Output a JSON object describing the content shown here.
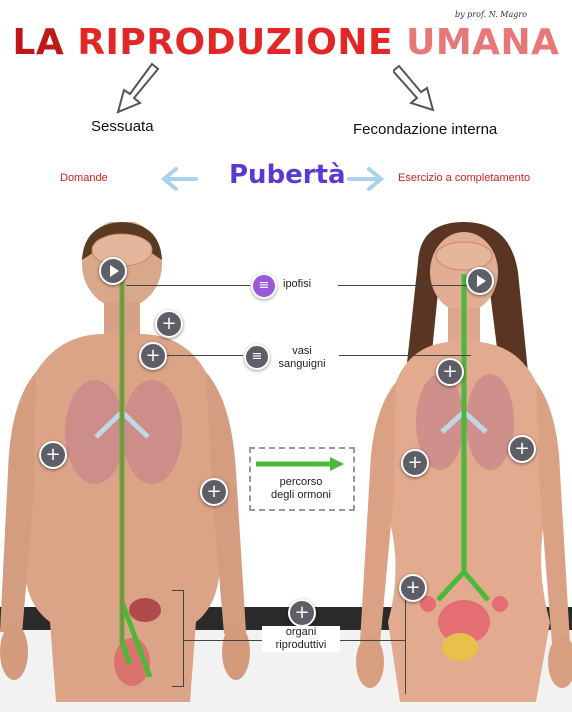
{
  "title": {
    "part1": "LA",
    "part2": "RIPRODUZIONE",
    "part3": "UMANA"
  },
  "author": "by prof. N. Magro",
  "branches": {
    "left": "Sessuata",
    "right": "Fecondazione interna"
  },
  "nav": {
    "center": "Pubertà",
    "left_link": "Domande",
    "right_link": "Esercizio a completamento"
  },
  "labels": {
    "ipofisi": "ipofisi",
    "vasi_line1": "vasi",
    "vasi_line2": "sanguigni",
    "percorso_line1": "percorso",
    "percorso_line2": "degli ormoni",
    "organi_line1": "organi",
    "organi_line2": "riproduttivi"
  },
  "icons": [
    "play-icon",
    "plus-icon",
    "menu-icon",
    "arrow-left-icon",
    "arrow-right-icon"
  ],
  "colors": {
    "hormone_path": "#4cb83a",
    "puberta": "#5a3ad4",
    "link": "#d32020"
  }
}
